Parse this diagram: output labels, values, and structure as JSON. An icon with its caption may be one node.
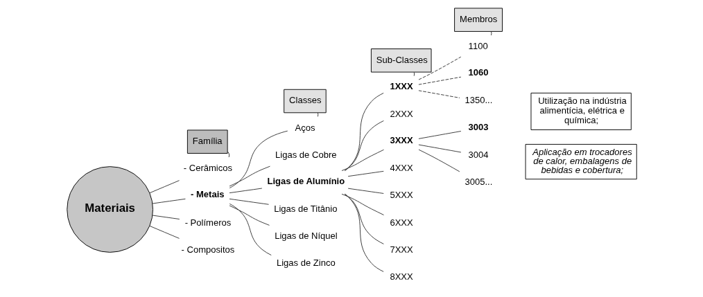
{
  "diagram": {
    "nodes": [
      {
        "text": [
          "Família"
        ]
      },
      {
        "text": [
          "Classes"
        ]
      },
      {
        "text": [
          "Sub-Classes"
        ]
      },
      {
        "text": [
          "Membros"
        ]
      },
      {
        "text": [
          "Materiais"
        ]
      },
      {
        "text": [
          "- Cerâmicos"
        ]
      },
      {
        "text": [
          "- Metais"
        ]
      },
      {
        "text": [
          "- Polímeros"
        ]
      },
      {
        "text": [
          "- Compositos"
        ]
      },
      {
        "text": [
          "Aços"
        ]
      },
      {
        "text": [
          "Ligas de Cobre"
        ]
      },
      {
        "text": [
          "Ligas de Alumínio"
        ]
      },
      {
        "text": [
          "Ligas de Titânio"
        ]
      },
      {
        "text": [
          "Ligas de Níquel"
        ]
      },
      {
        "text": [
          "Ligas de Zinco"
        ]
      },
      {
        "text": [
          "1XXX"
        ]
      },
      {
        "text": [
          "2XXX"
        ]
      },
      {
        "text": [
          "3XXX"
        ]
      },
      {
        "text": [
          "4XXX"
        ]
      },
      {
        "text": [
          "5XXX"
        ]
      },
      {
        "text": [
          "6XXX"
        ]
      },
      {
        "text": [
          "7XXX"
        ]
      },
      {
        "text": [
          "8XXX"
        ]
      },
      {
        "text": [
          "1100"
        ]
      },
      {
        "text": [
          "1060"
        ]
      },
      {
        "text": [
          "1350..."
        ]
      },
      {
        "text": [
          "3003"
        ]
      },
      {
        "text": [
          "3004"
        ]
      },
      {
        "text": [
          "3005..."
        ]
      },
      {
        "text": [
          "Utilização na indústria alimentícia, elétrica e química;"
        ]
      },
      {
        "text": [
          "Aplicação em trocadores de calor, embalagens de bebidas e cobertura;"
        ]
      }
    ],
    "edges": [
      {
        "from": 0,
        "to": 5,
        "arrow": "none"
      },
      {
        "from": 1,
        "to": 9,
        "arrow": "none"
      },
      {
        "from": 2,
        "to": 15,
        "arrow": "none"
      },
      {
        "from": 3,
        "to": 23,
        "arrow": "none"
      },
      {
        "from": 4,
        "to": 5,
        "arrow": "none"
      },
      {
        "from": 4,
        "to": 6,
        "arrow": "none"
      },
      {
        "from": 4,
        "to": 7,
        "arrow": "none"
      },
      {
        "from": 4,
        "to": 8,
        "arrow": "none"
      },
      {
        "from": 6,
        "to": 9,
        "arrow": "none"
      },
      {
        "from": 6,
        "to": 10,
        "arrow": "none"
      },
      {
        "from": 6,
        "to": 11,
        "arrow": "none"
      },
      {
        "from": 6,
        "to": 12,
        "arrow": "none"
      },
      {
        "from": 6,
        "to": 13,
        "arrow": "none"
      },
      {
        "from": 6,
        "to": 14,
        "arrow": "none"
      },
      {
        "from": 11,
        "to": 15,
        "arrow": "none"
      },
      {
        "from": 11,
        "to": 16,
        "arrow": "none"
      },
      {
        "from": 11,
        "to": 17,
        "arrow": "none"
      },
      {
        "from": 11,
        "to": 18,
        "arrow": "none"
      },
      {
        "from": 11,
        "to": 19,
        "arrow": "none"
      },
      {
        "from": 11,
        "to": 20,
        "arrow": "none"
      },
      {
        "from": 11,
        "to": 21,
        "arrow": "none"
      },
      {
        "from": 11,
        "to": 22,
        "arrow": "none"
      },
      {
        "from": 15,
        "to": 23,
        "arrow": "none",
        "style": "dashed"
      },
      {
        "from": 15,
        "to": 24,
        "arrow": "none",
        "style": "dashed"
      },
      {
        "from": 15,
        "to": 25,
        "arrow": "none",
        "style": "dashed"
      },
      {
        "from": 17,
        "to": 26,
        "arrow": "none"
      },
      {
        "from": 17,
        "to": 27,
        "arrow": "none"
      },
      {
        "from": 17,
        "to": 28,
        "arrow": "none"
      }
    ]
  }
}
